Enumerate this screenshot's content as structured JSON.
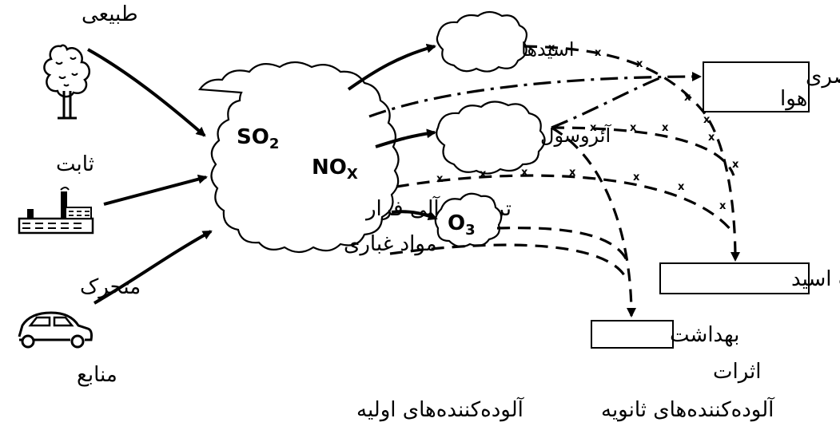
{
  "sources": {
    "natural": "طبیعی",
    "stationary": "ثابت",
    "mobile": "متحرک",
    "heading": "منابع"
  },
  "primary": {
    "so2": "SO",
    "so2_sub": "2",
    "nox": "NO",
    "nox_sub": "X",
    "voc": "ترکیبات آلی فرار",
    "pm": "مواد غباری",
    "heading": "آلوده‌کننده‌های اولیه"
  },
  "secondary": {
    "acids": "اسیدها",
    "aerosol": "آئروسول",
    "o3": "O",
    "o3_sub": "3",
    "heading": "آلوده‌کننده‌های ثانویه"
  },
  "effects": {
    "visibility_line1": "کیفیت بصری",
    "visibility_line2": "هوا",
    "acid_deposition": "انباشت اسید",
    "health": "بهداشت",
    "heading": "اثرات"
  },
  "x_marker": "x"
}
